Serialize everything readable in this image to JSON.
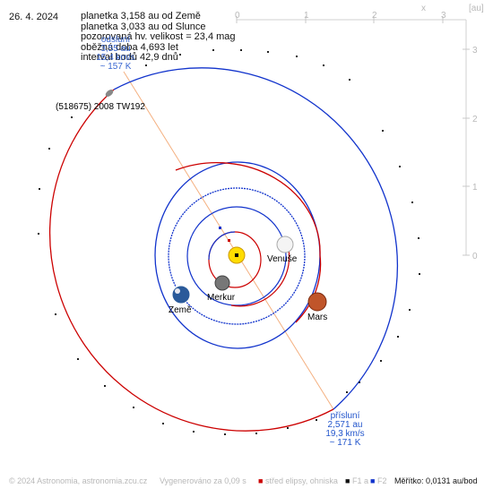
{
  "date": "26. 4. 2024",
  "info_lines": [
    "planetka 3,158 au od Země",
    "planetka 3,033 au od Slunce",
    "pozorovaná hv. velikost = 23,4 mag",
    "oběžná doba 4,693 let",
    "interval bodů 42,9 dnů"
  ],
  "aphelion_lines": [
    "odsluní",
    "3,55 au",
    "15,4 km/s",
    "~ 157 K"
  ],
  "perihelion_lines": [
    "přísluní",
    "2,571 au",
    "19,3 km/s",
    "~ 171 K"
  ],
  "asteroid_label": "(518675) 2008 TW192",
  "planets": {
    "venus": "Venuše",
    "mercury": "Merkur",
    "earth": "Země",
    "mars": "Mars"
  },
  "axis": {
    "top_ticks": [
      "0",
      "1",
      "2",
      "3"
    ],
    "right_ticks": [
      "3",
      "2",
      "1",
      "0"
    ],
    "x_label": "x",
    "unit_label": "[au]"
  },
  "footer": {
    "copyright": "© 2024 Astronomia, astronomia.zcu.cz",
    "generated": "Vygenerováno za 0,09 s",
    "legend_center": "střed elipsy, ohniska",
    "legend_f1": "F1 a",
    "legend_f2": "F2",
    "scale": "Měřítko: 0,0131 au/bod"
  },
  "colors": {
    "red_orbit": "#cc0000",
    "blue_orbit": "#1133cc",
    "sun": "#ffdd00"
  }
}
